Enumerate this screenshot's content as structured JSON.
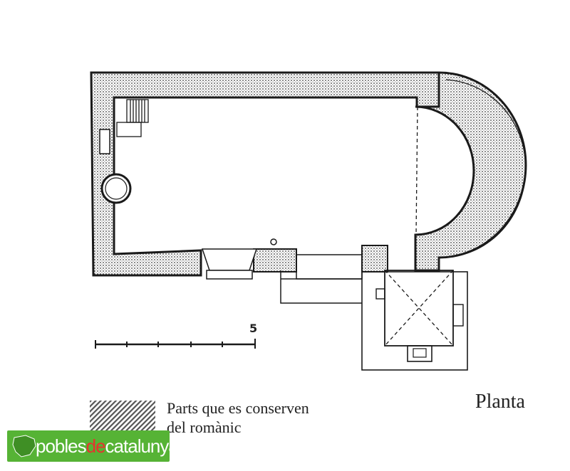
{
  "figure": {
    "title": "Planta",
    "scale_label": "5"
  },
  "legend": {
    "line1": "Parts que es conserven",
    "line2": "del romànic"
  },
  "logo": {
    "part1": "pobles",
    "part2": "de",
    "part3": "catalunya",
    "colors": {
      "background": "#56b335",
      "text": "#ffffff",
      "accent": "#e8312f"
    }
  },
  "colors": {
    "ink": "#1a1a1a",
    "wall_fill": "#c9c9c9"
  }
}
